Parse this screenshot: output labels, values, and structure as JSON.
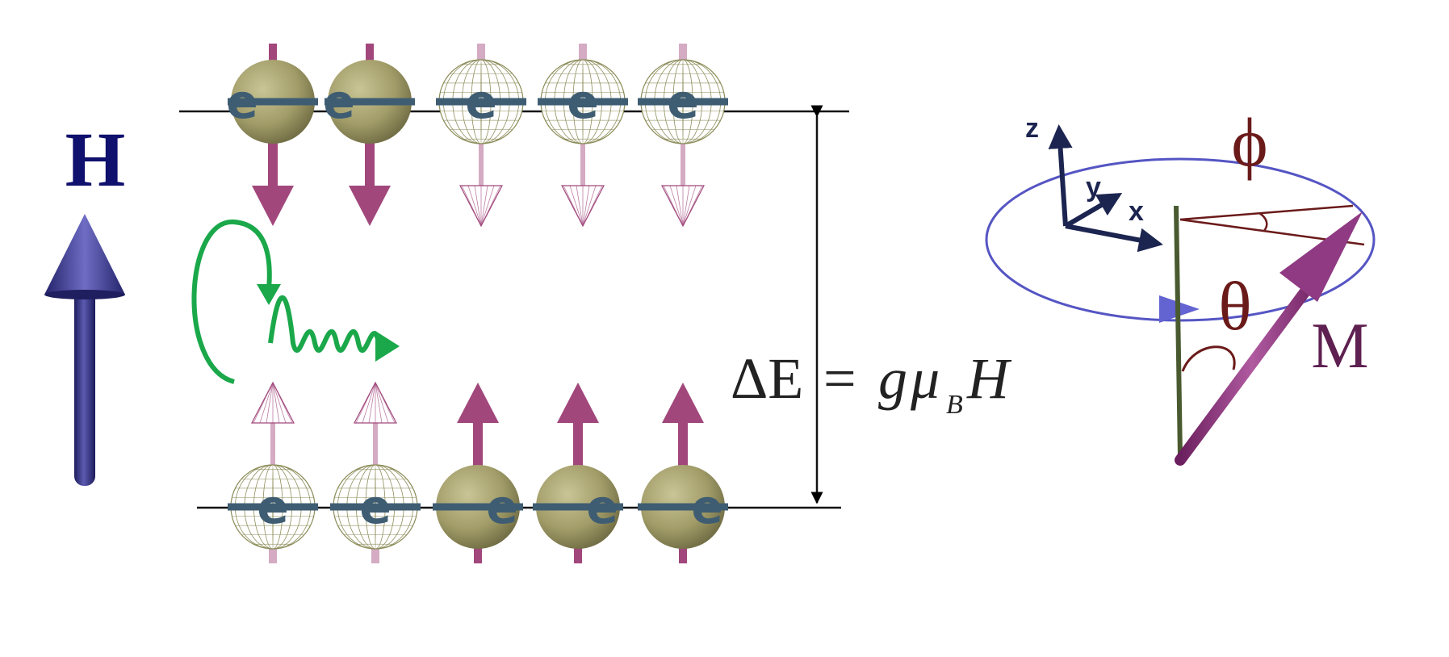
{
  "field_label": "H",
  "energy_equation": {
    "delta": "ΔE",
    "equals": "=",
    "g": "g",
    "mu": "μ",
    "sub": "B",
    "field": "H"
  },
  "electron_label": "e",
  "axes": {
    "x": "x",
    "y": "y",
    "z": "z"
  },
  "angles": {
    "theta": "θ",
    "phi": "ϕ"
  },
  "moment_label": "M",
  "upper_level": {
    "electrons": [
      {
        "state": "occupied",
        "spin": "down"
      },
      {
        "state": "occupied",
        "spin": "down"
      },
      {
        "state": "empty",
        "spin": "down"
      },
      {
        "state": "empty",
        "spin": "down"
      },
      {
        "state": "empty",
        "spin": "down"
      }
    ]
  },
  "lower_level": {
    "electrons": [
      {
        "state": "empty",
        "spin": "up"
      },
      {
        "state": "empty",
        "spin": "up"
      },
      {
        "state": "occupied",
        "spin": "up"
      },
      {
        "state": "occupied",
        "spin": "up"
      },
      {
        "state": "occupied",
        "spin": "up"
      }
    ]
  },
  "colors": {
    "field_arrow": "#2b2a7a",
    "sphere_fill": "#a8a370",
    "wire": "#8c8c5a",
    "spin_arrow": "#a1477c",
    "ring": "#3f5d72",
    "photon": "#1aa84a",
    "precession": "#5555c4",
    "moment": "#7a2a6e"
  }
}
